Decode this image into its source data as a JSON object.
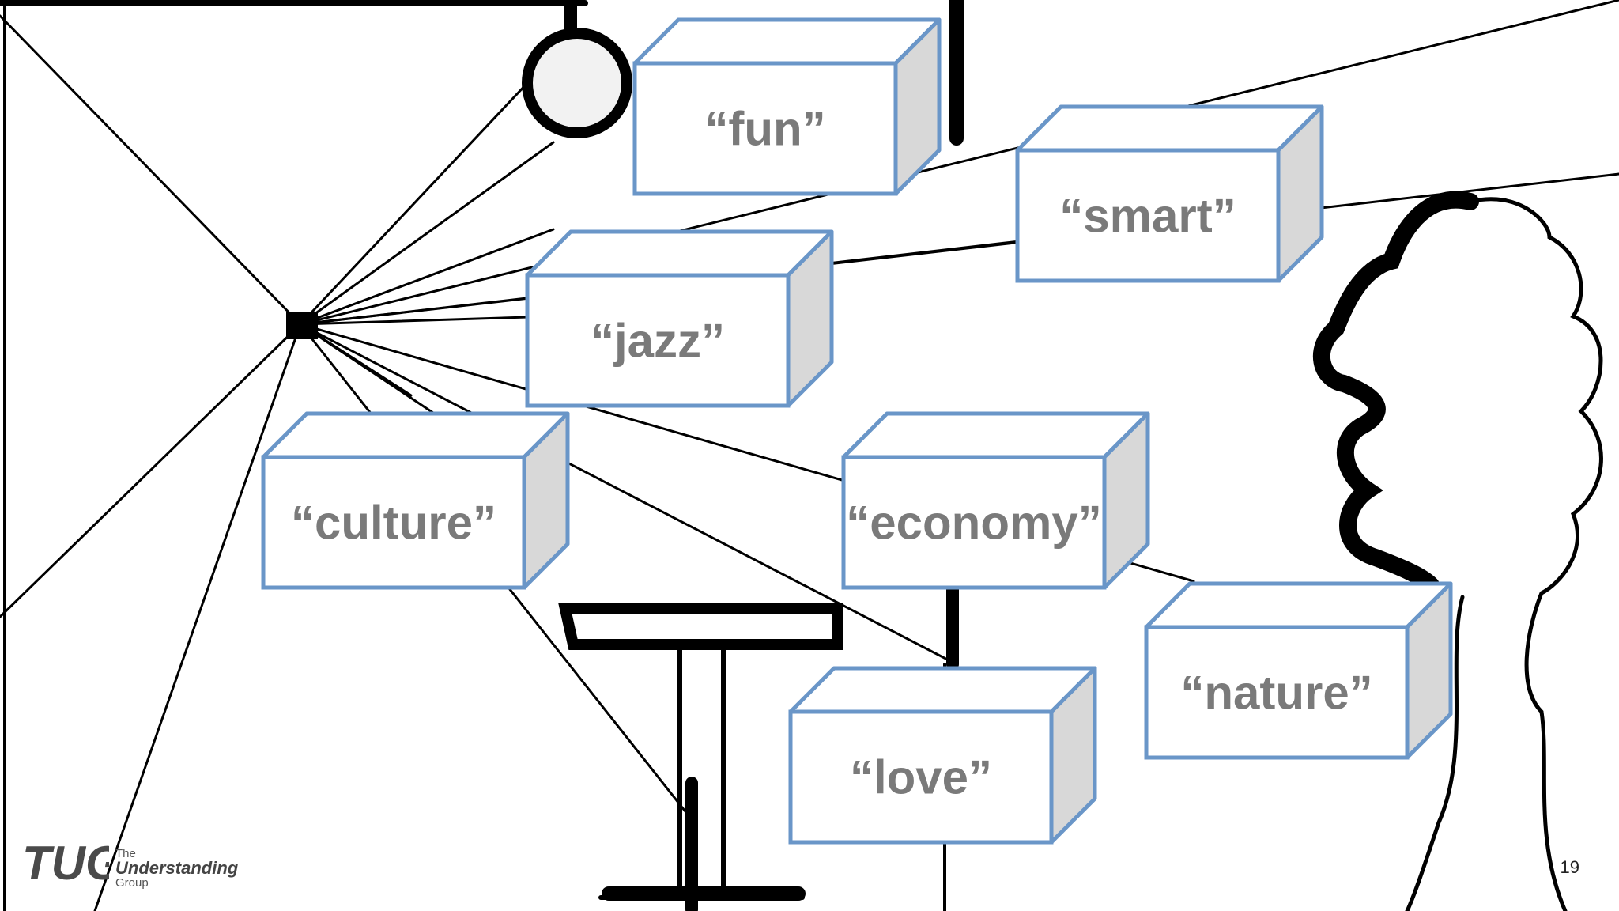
{
  "slide": {
    "page_number": "19"
  },
  "logo": {
    "mark": "TUG",
    "line1": "The",
    "line2": "Understanding",
    "line3": "Group"
  },
  "word_boxes": [
    {
      "id": "fun",
      "label": "“fun”"
    },
    {
      "id": "smart",
      "label": "“smart”"
    },
    {
      "id": "jazz",
      "label": "“jazz”"
    },
    {
      "id": "culture",
      "label": "“culture”"
    },
    {
      "id": "economy",
      "label": "“economy”"
    },
    {
      "id": "nature",
      "label": "“nature”"
    },
    {
      "id": "love",
      "label": "“love”"
    }
  ],
  "colors": {
    "box_border": "#6a96c8",
    "box_face": "#ffffff",
    "box_side": "#d8d8d8",
    "label_text": "#7a7a7a",
    "sketch_ink": "#000000"
  }
}
